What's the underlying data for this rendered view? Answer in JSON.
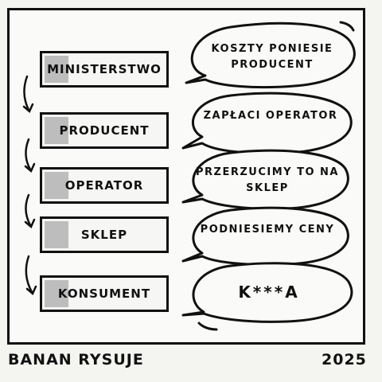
{
  "chain": [
    {
      "label": "MINISTERSTWO",
      "speech": "KOSZTY PONIESIE PRODUCENT"
    },
    {
      "label": "PRODUCENT",
      "speech": "ZAPŁACI OPERATOR"
    },
    {
      "label": "OPERATOR",
      "speech": "PRZERZUCIMY TO NA SKLEP"
    },
    {
      "label": "SKLEP",
      "speech": "PODNIESIEMY CENY"
    },
    {
      "label": "KONSUMENT",
      "speech": "K***A"
    }
  ],
  "footer": {
    "author": "BANAN RYSUJE",
    "year": "2025"
  }
}
